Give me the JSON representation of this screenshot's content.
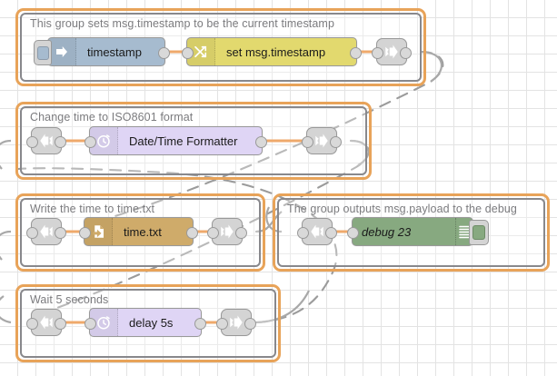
{
  "app": {
    "name": "node-red-flow-editor",
    "canvas": {
      "grid": "20px",
      "background": "#ffffff",
      "grid_color": "#e3e3e3"
    }
  },
  "colors": {
    "group_border": "#e8a359",
    "group_inner_border": "#88888c",
    "wire": "#e8842b",
    "link_wire": "#999999",
    "inject": "#a6bbcf",
    "change": "#e2d96e",
    "datetime": "#dfd5f5",
    "delay": "#dfd5f5",
    "file": "#cfab6a",
    "debug": "#87a980",
    "link_node": "#d4d4d4"
  },
  "groups": [
    {
      "id": "group-timestamp",
      "label": "This group sets msg.timestamp to be the current timestamp",
      "nodes": [
        {
          "id": "inject-timestamp",
          "type": "inject",
          "label": "timestamp",
          "icon": "arrow-right-icon",
          "has_button": true
        },
        {
          "id": "change-set-timestamp",
          "type": "change",
          "label": "set msg.timestamp",
          "icon": "shuffle-arrows-icon"
        },
        {
          "id": "link-out-1",
          "type": "link-out",
          "label": "",
          "icon": "link-out-icon"
        }
      ]
    },
    {
      "id": "group-iso8601",
      "label": "Change time to ISO8601 format",
      "nodes": [
        {
          "id": "link-in-2",
          "type": "link-in",
          "label": "",
          "icon": "link-in-icon"
        },
        {
          "id": "datetime-formatter",
          "type": "date-time-formatter",
          "label": "Date/Time Formatter",
          "icon": "clock-icon"
        },
        {
          "id": "link-out-2",
          "type": "link-out",
          "label": "",
          "icon": "link-out-icon"
        }
      ]
    },
    {
      "id": "group-write-file",
      "label": "Write the time to time.txt",
      "nodes": [
        {
          "id": "link-in-3",
          "type": "link-in",
          "label": "",
          "icon": "link-in-icon"
        },
        {
          "id": "file-time-txt",
          "type": "file",
          "label": "time.txt",
          "icon": "file-write-icon"
        },
        {
          "id": "link-out-3",
          "type": "link-out",
          "label": "",
          "icon": "link-out-icon"
        }
      ]
    },
    {
      "id": "group-debug",
      "label": "The group outputs msg.payload to the debug",
      "nodes": [
        {
          "id": "link-in-4",
          "type": "link-in",
          "label": "",
          "icon": "link-in-icon"
        },
        {
          "id": "debug-23",
          "type": "debug",
          "label": "debug 23",
          "icon": "debug-lines-icon",
          "has_button": true
        }
      ]
    },
    {
      "id": "group-delay",
      "label": "Wait 5 seconds",
      "nodes": [
        {
          "id": "link-in-5",
          "type": "link-in",
          "label": "",
          "icon": "link-in-icon"
        },
        {
          "id": "delay-5s",
          "type": "delay",
          "label": "delay 5s",
          "icon": "clock-icon"
        },
        {
          "id": "link-out-5",
          "type": "link-out",
          "label": "",
          "icon": "link-out-icon"
        }
      ]
    }
  ]
}
